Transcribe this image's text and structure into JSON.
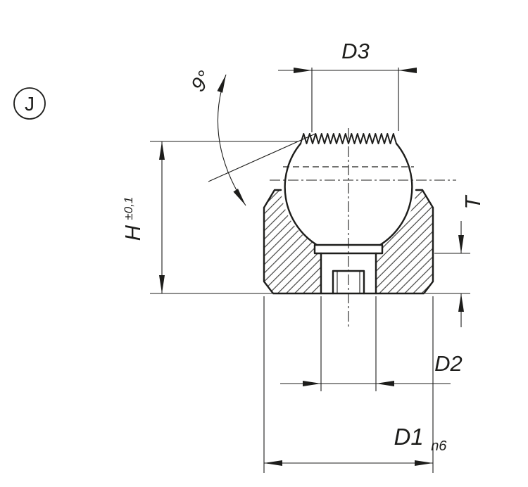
{
  "drawing": {
    "view_label": "J",
    "dimensions": {
      "d3": "D3",
      "angle": "9°",
      "h": "H",
      "h_tolerance": "±0,1",
      "t": "T",
      "d2": "D2",
      "d1": "D1",
      "d1_fit": "n6"
    },
    "colors": {
      "line": "#1d1d1b",
      "background": "#ffffff"
    }
  }
}
